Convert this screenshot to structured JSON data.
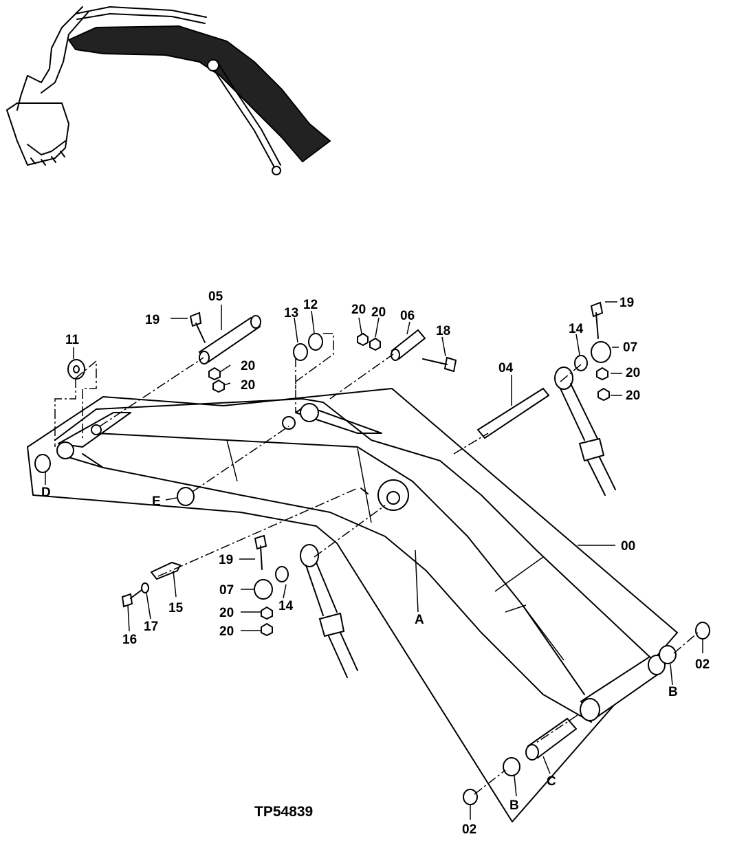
{
  "figure_code": "TP54839",
  "labels": {
    "00": "00",
    "02a": "02",
    "02b": "02",
    "04": "04",
    "05": "05",
    "06": "06",
    "07a": "07",
    "07b": "07",
    "11": "11",
    "12": "12",
    "13": "13",
    "14a": "14",
    "14b": "14",
    "15": "15",
    "16": "16",
    "17": "17",
    "18": "18",
    "19a": "19",
    "19b": "19",
    "19c": "19",
    "20a": "20",
    "20b": "20",
    "20c": "20",
    "20d": "20",
    "20e": "20",
    "20f": "20",
    "20g": "20",
    "20h": "20",
    "A": "A",
    "Ba": "B",
    "Bb": "B",
    "C": "C",
    "D": "D",
    "E": "E"
  }
}
